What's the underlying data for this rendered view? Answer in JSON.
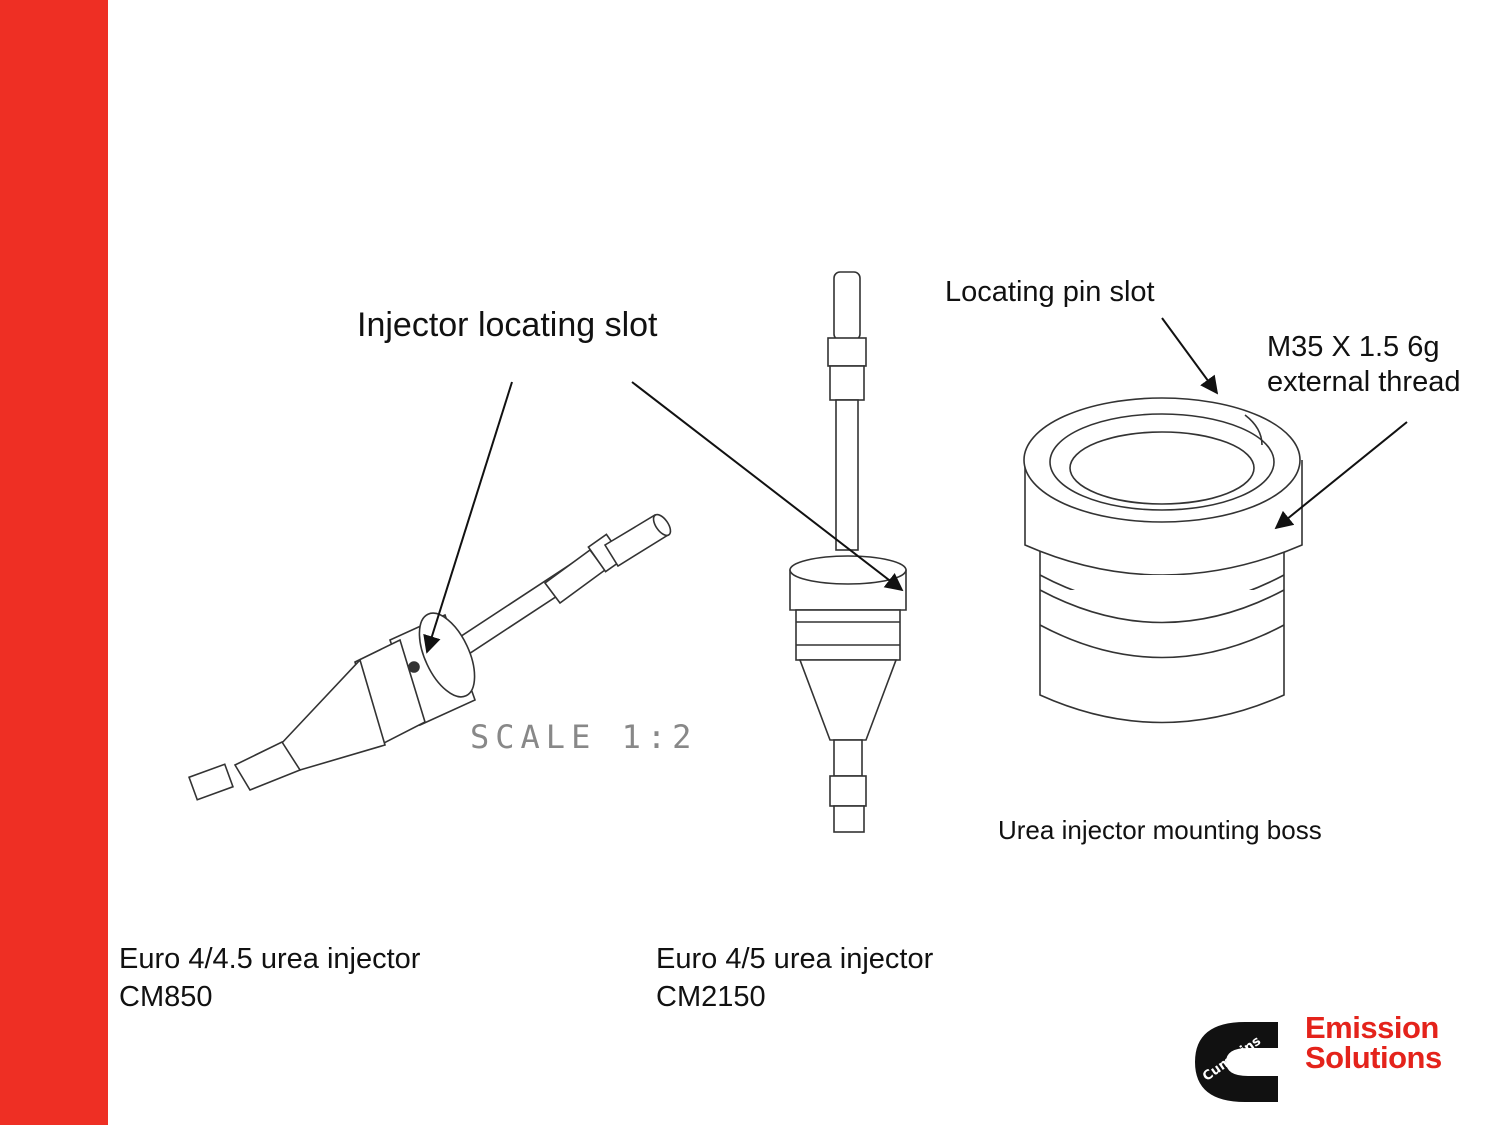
{
  "colors": {
    "accent_red": "#ee2f24",
    "brand_red": "#e4231b",
    "line": "#222222"
  },
  "labels": {
    "injector_slot": "Injector locating slot",
    "pin_slot": "Locating pin slot",
    "thread_line1": "M35 X 1.5 6g",
    "thread_line2": "external thread",
    "boss": "Urea injector mounting boss",
    "scale": "SCALE 1:2"
  },
  "captions": {
    "left_line1": "Euro 4/4.5 urea injector",
    "left_line2": "CM850",
    "right_line1": "Euro 4/5 urea injector",
    "right_line2": "CM2150"
  },
  "logo": {
    "mark_text": "Cummins",
    "brand_line1": "Emission",
    "brand_line2": "Solutions"
  }
}
